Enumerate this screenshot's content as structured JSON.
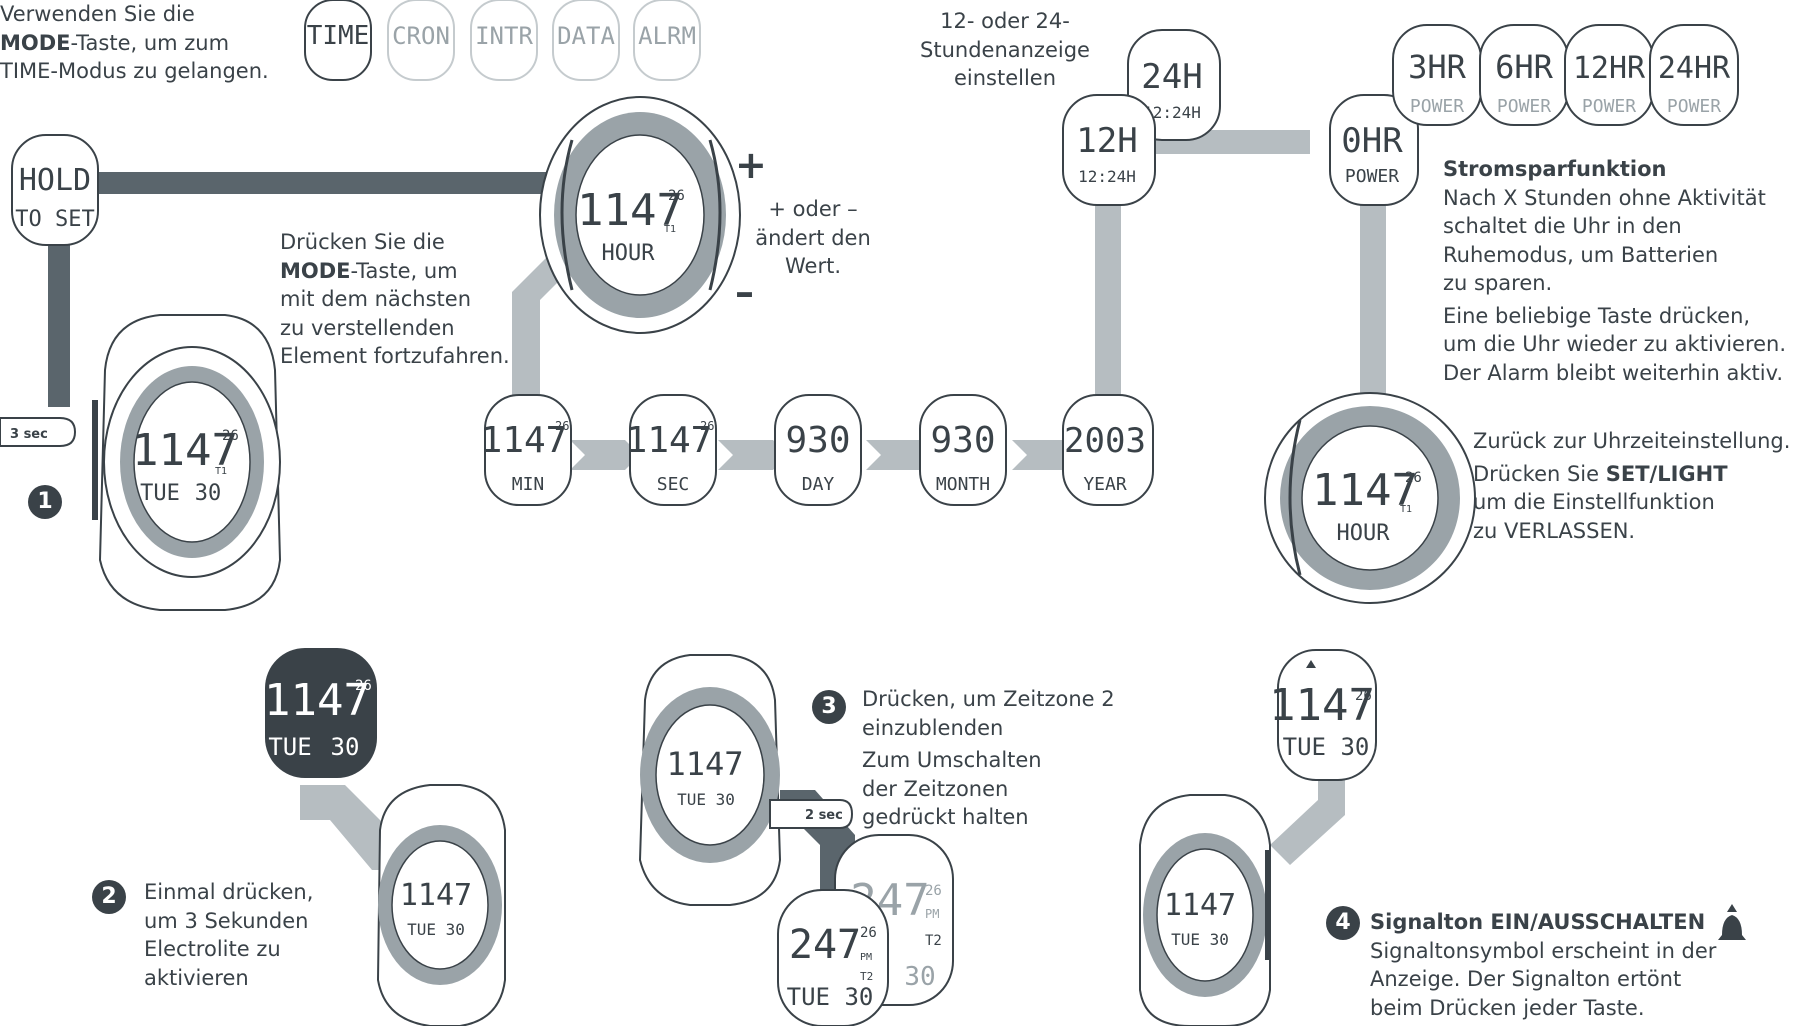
{
  "intro": {
    "line1": "Verwenden Sie die",
    "mode": "MODE",
    "line2_rest": "-Taste, um zum",
    "line3": "TIME-Modus zu gelangen."
  },
  "modes": [
    "TIME",
    "CRON",
    "INTR",
    "DATA",
    "ALRM"
  ],
  "hold": {
    "line1": "HOLD",
    "line2": "TO SET",
    "sec": "3 sec"
  },
  "watch_display": {
    "time": "1147",
    "sec": "26",
    "tz": "T1",
    "day": "TUE",
    "date": "30"
  },
  "hour_display": {
    "time": "1147",
    "sec": "26",
    "tz": "T1",
    "label": "HOUR"
  },
  "plusminus": {
    "plus": "+",
    "minus": "–",
    "l1": "+ oder –",
    "l2": "ändert den",
    "l3": "Wert."
  },
  "mode_next": {
    "l1": "Drücken Sie die",
    "mode": "MODE",
    "l2_rest": "-Taste, um",
    "l3": "mit dem nächsten",
    "l4": "zu verstellenden",
    "l5": "Element fortzufahren."
  },
  "steps": [
    {
      "value": "1147",
      "sub": "26",
      "label": "MIN"
    },
    {
      "value": "1147",
      "sub": "26",
      "label": "SEC"
    },
    {
      "value": "930",
      "sub": "",
      "label": "DAY"
    },
    {
      "value": "930",
      "sub": "",
      "label": "MONTH"
    },
    {
      "value": "2003",
      "sub": "",
      "label": "YEAR"
    }
  ],
  "hour_format": {
    "title_l1": "12- oder 24-",
    "title_l2": "Stundenanzeige",
    "title_l3": "einstellen",
    "a_top": "12H",
    "a_bot": "12:24H",
    "b_top": "24H",
    "b_bot": "12:24H"
  },
  "power": {
    "options": [
      "0HR",
      "3HR",
      "6HR",
      "12HR",
      "24HR"
    ],
    "label": "POWER",
    "title": "Stromsparfunktion",
    "d1": "Nach X Stunden ohne Aktivität",
    "d2": "schaltet die Uhr in den",
    "d3": "Ruhemodus, um Batterien",
    "d4": "zu sparen.",
    "d5": "Eine beliebige Taste drücken,",
    "d6": "um die Uhr wieder zu aktivieren.",
    "d7": "Der Alarm bleibt weiterhin aktiv."
  },
  "exit": {
    "l1": "Zurück zur Uhrzeiteinstellung.",
    "l2_pre": "Drücken Sie ",
    "l2_bold": "SET/LIGHT",
    "l3": "um die Einstellfunktion",
    "l4": "zu VERLASSEN."
  },
  "step2": {
    "num": "2",
    "l1": "Einmal drücken,",
    "l2": "um 3 Sekunden",
    "l3": "Electrolite zu",
    "l4": "aktivieren"
  },
  "step3": {
    "num": "3",
    "l1": "Drücken, um Zeitzone 2",
    "l2": "einzublenden",
    "l3": "Zum Umschalten",
    "l4": "der Zeitzonen",
    "l5": "gedrückt halten",
    "sec": "2 sec",
    "tz2_time": "247",
    "tz2_sec": "26",
    "tz2_pm": "PM",
    "tz2_label": "T2"
  },
  "step4": {
    "num": "4",
    "title": "Signalton EIN/AUSSCHALTEN",
    "l1": "Signaltonsymbol erscheint in der",
    "l2": "Anzeige. Der Signalton ertönt",
    "l3": "beim Drücken jeder Taste."
  },
  "step1": {
    "num": "1"
  },
  "colors": {
    "dark": "#3a4248",
    "mid": "#5a656c",
    "light": "#aab2b7",
    "arrow": "#b6bdc1"
  }
}
